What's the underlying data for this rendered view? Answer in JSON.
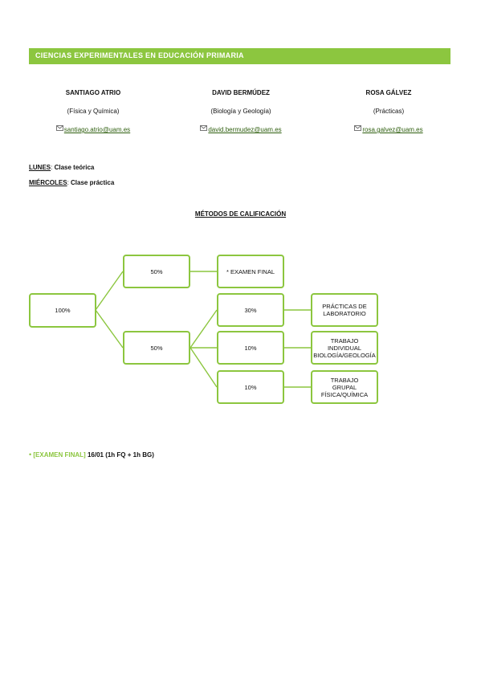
{
  "header": {
    "title": "CIENCIAS EXPERIMENTALES EN EDUCACIÓN PRIMARIA"
  },
  "professors": [
    {
      "name": "SANTIAGO ATRIO",
      "role": "(Física y Química)",
      "email": "santiago.atrio@uam.es",
      "icon": "mail-icon"
    },
    {
      "name": "DAVID BERMÚDEZ",
      "role": "(Biología y Geología)",
      "email": "david.bermudez@uam.es",
      "icon": "mail-icon"
    },
    {
      "name": "ROSA GÁLVEZ",
      "role": "(Prácticas)",
      "email": "rosa.galvez@uam.es",
      "icon": "mail-icon"
    }
  ],
  "schedule": [
    {
      "day": "LUNES",
      "desc": "Clase teórica"
    },
    {
      "day": "MIÉRCOLES",
      "desc": "Clase práctica"
    }
  ],
  "methods": {
    "title": "MÉTODOS DE CALIFICACIÓN",
    "root": "100%",
    "level1": [
      "50%",
      "50%"
    ],
    "exam": "* EXAMEN FINAL",
    "parts": [
      "30%",
      "10%",
      "10%"
    ],
    "activities": [
      "PRÁCTICAS DE LABORATORIO",
      "TRABAJO INDIVIDUAL BIOLOGÍA/GEOLOGÍA",
      "TRABAJO GRUPAL FÍSICA/QUÍMICA"
    ]
  },
  "exam_note": {
    "label": "[EXAMEN FINAL]",
    "detail": "16/01 (1h FQ + 1h BG)"
  },
  "colors": {
    "accent": "#8cc63f",
    "link": "#2f5f0f"
  }
}
